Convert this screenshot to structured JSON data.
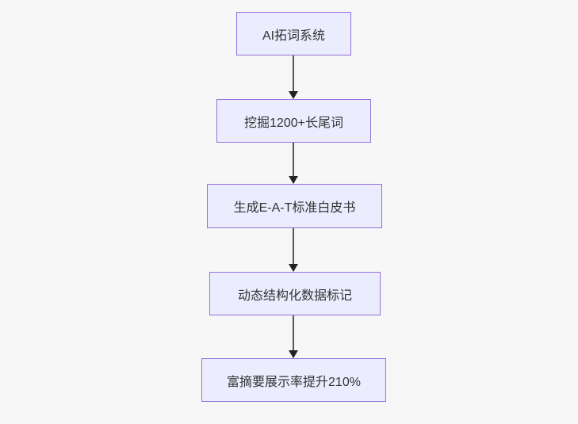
{
  "flowchart": {
    "direction": "top-down",
    "colors": {
      "background": "#f7f7f7",
      "node_fill": "#ececff",
      "node_border": "#9370db",
      "node_text": "#333333",
      "arrow_line": "#565656",
      "arrow_head": "#222222"
    },
    "nodes": [
      {
        "id": "A",
        "label": "AI拓词系统"
      },
      {
        "id": "B",
        "label": "挖掘1200+长尾词"
      },
      {
        "id": "C",
        "label": "生成E-A-T标准白皮书"
      },
      {
        "id": "D",
        "label": "动态结构化数据标记"
      },
      {
        "id": "E",
        "label": "富摘要展示率提升210%"
      }
    ],
    "edges": [
      {
        "from": "A",
        "to": "B"
      },
      {
        "from": "B",
        "to": "C"
      },
      {
        "from": "C",
        "to": "D"
      },
      {
        "from": "D",
        "to": "E"
      }
    ]
  }
}
